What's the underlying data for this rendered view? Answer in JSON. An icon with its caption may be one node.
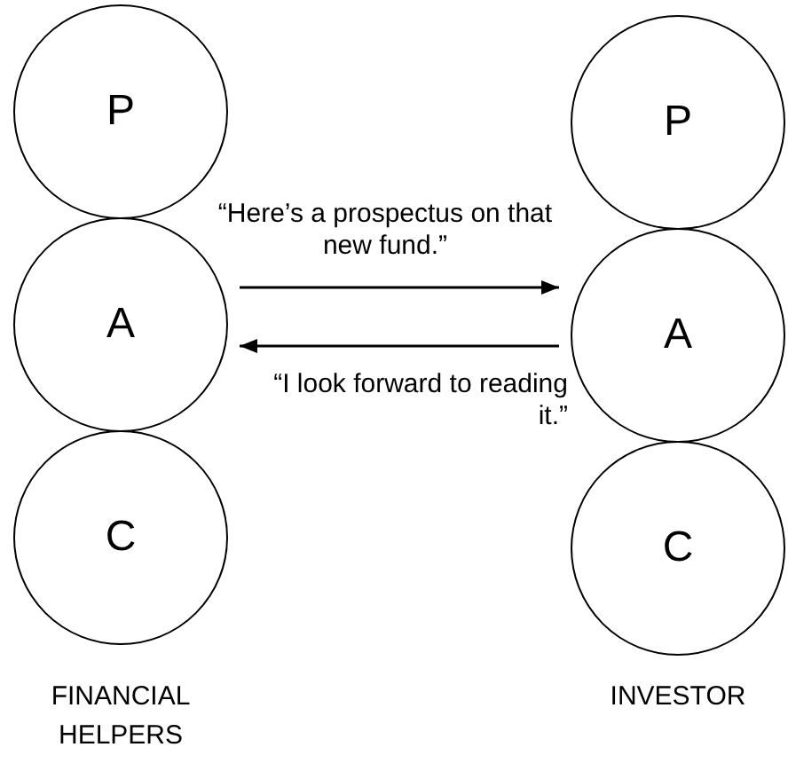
{
  "diagram": {
    "nodes": [
      {
        "text": [
          "P"
        ]
      },
      {
        "text": [
          "A"
        ]
      },
      {
        "text": [
          "C"
        ]
      },
      {
        "text": [
          "P"
        ]
      },
      {
        "text": [
          "A"
        ]
      },
      {
        "text": [
          "C"
        ]
      }
    ],
    "edges": [
      {
        "from": 1,
        "to": 4,
        "arrow": "to",
        "label": "“Here’s a prospectus on that new fund.”"
      },
      {
        "from": 4,
        "to": 1,
        "arrow": "to",
        "label": "“I look forward to reading it.”"
      }
    ],
    "labels": [
      "FINANCIAL HELPERS",
      "INVESTOR"
    ]
  }
}
